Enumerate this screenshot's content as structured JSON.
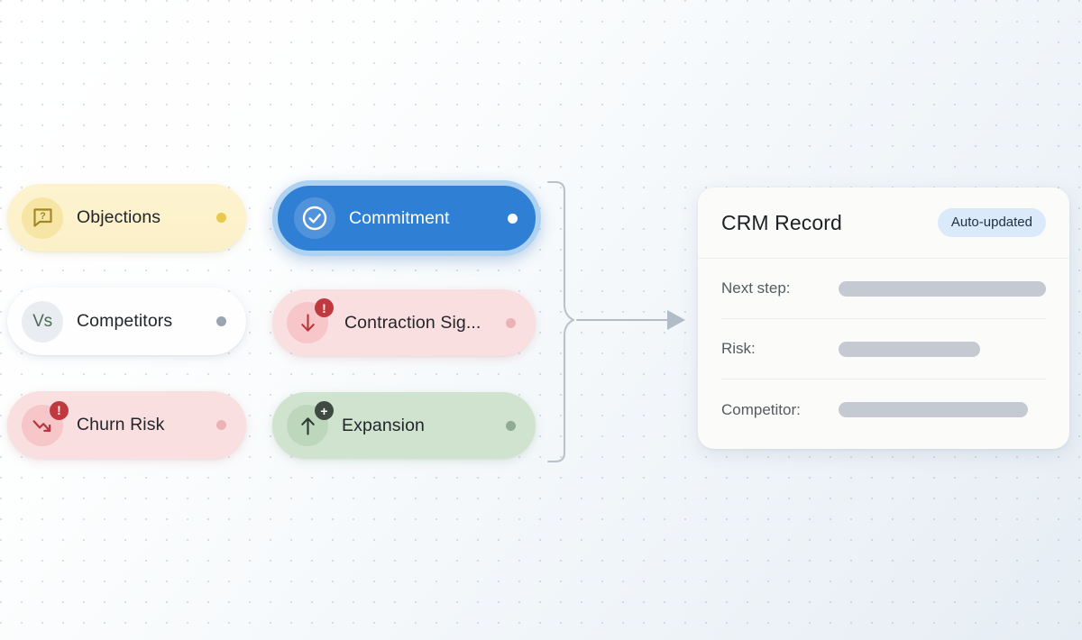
{
  "canvas": {
    "background_start": "#ffffff",
    "background_end": "#e6edf4",
    "dot_grid": "visible"
  },
  "signal_pills": {
    "column_left": [
      {
        "id": "objections",
        "label": "Objections",
        "icon": "speech-bubble-question-icon",
        "icon_glyph": "?",
        "accent": "#e8c94e",
        "surface": "#fbf0c8",
        "state": "default",
        "badge": null
      },
      {
        "id": "competitors",
        "label": "Competitors",
        "icon": "vs-icon",
        "icon_glyph": "Vs",
        "accent": "#9aa5b1",
        "surface": "#fefeff",
        "state": "default",
        "badge": null
      },
      {
        "id": "churn-risk",
        "label": "Churn Risk",
        "icon": "trend-down-arrow-icon",
        "icon_glyph": "↘",
        "accent": "#eab4b6",
        "surface": "#fadfe0",
        "state": "default",
        "badge": {
          "type": "alert-badge",
          "glyph": "!",
          "color": "#c0393f"
        }
      }
    ],
    "column_middle": [
      {
        "id": "commitment",
        "label": "Commitment",
        "icon": "check-circle-icon",
        "icon_glyph": "✓",
        "accent": "#ffffff",
        "surface": "#2f7fd4",
        "ring": "#aed2f2",
        "state": "selected",
        "badge": null
      },
      {
        "id": "contraction-signal",
        "label": "Contraction Sig...",
        "label_full": "Contraction Signal",
        "icon": "arrow-down-icon",
        "icon_glyph": "↓",
        "accent": "#eab4b6",
        "surface": "#fadfe0",
        "state": "default",
        "badge": {
          "type": "alert-badge",
          "glyph": "!",
          "color": "#c0393f"
        }
      },
      {
        "id": "expansion",
        "label": "Expansion",
        "icon": "arrow-up-icon",
        "icon_glyph": "↑",
        "accent": "#91ab92",
        "surface": "#cfe3cf",
        "state": "default",
        "badge": {
          "type": "plus-badge",
          "glyph": "+",
          "color": "#3f4a42"
        }
      }
    ]
  },
  "connector": {
    "type": "curly-brace-with-arrow",
    "stroke": "#b9c2cc",
    "arrow_head": "solid-triangle"
  },
  "crm_card": {
    "title": "CRM Record",
    "badge": {
      "label": "Auto-updated",
      "background": "#dbeafb",
      "text_color": "#23303f"
    },
    "fields": [
      {
        "label": "Next step:",
        "value": "",
        "skeleton_width": 240
      },
      {
        "label": "Risk:",
        "value": "",
        "skeleton_width": 157
      },
      {
        "label": "Competitor:",
        "value": "",
        "skeleton_width": 210
      }
    ]
  }
}
